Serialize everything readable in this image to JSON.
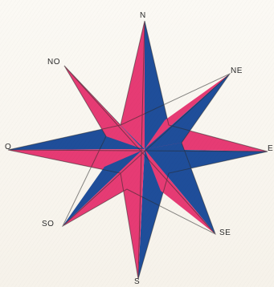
{
  "compass": {
    "labels": {
      "n": "N",
      "ne": "NE",
      "e": "E",
      "se": "SE",
      "s": "S",
      "so": "SO",
      "o": "O",
      "no": "NO"
    },
    "colors": {
      "blue": "#1f4e9a",
      "red": "#e63b74",
      "outline": "#2a2a2a"
    }
  }
}
